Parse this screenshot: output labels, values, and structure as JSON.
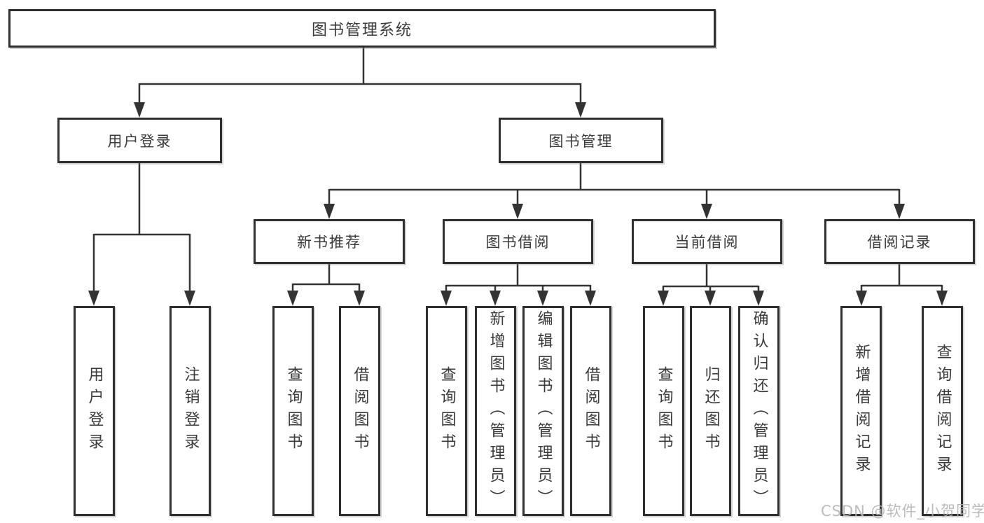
{
  "diagram": {
    "title": "图书管理系统",
    "level2": [
      {
        "label": "用户登录"
      },
      {
        "label": "图书管理"
      }
    ],
    "level3": [
      {
        "label": "新书推荐"
      },
      {
        "label": "图书借阅"
      },
      {
        "label": "当前借阅"
      },
      {
        "label": "借阅记录"
      }
    ],
    "leaves": [
      {
        "label": "用户登录"
      },
      {
        "label": "注销登录"
      },
      {
        "label": "查询图书"
      },
      {
        "label": "借阅图书"
      },
      {
        "label": "查询图书"
      },
      {
        "label": "新增图书（管理员）"
      },
      {
        "label": "编辑图书（管理员）"
      },
      {
        "label": "借阅图书"
      },
      {
        "label": "查询图书"
      },
      {
        "label": "归还图书"
      },
      {
        "label": "确认归还（管理员）"
      },
      {
        "label": "新增借阅记录"
      },
      {
        "label": "查询借阅记录"
      }
    ]
  },
  "watermark": {
    "text": "CSDN @软件_小贺同学"
  },
  "colors": {
    "line": "#333333",
    "text": "#3a3a3a",
    "watermark": "#b5b5b5",
    "background": "#ffffff"
  }
}
